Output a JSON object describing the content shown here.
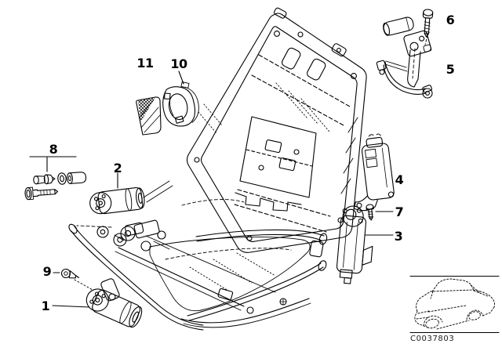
{
  "labels": {
    "part1": "1",
    "part2": "2",
    "part3": "3",
    "part4": "4",
    "part5": "5",
    "part6": "6",
    "part7": "7",
    "part8": "8",
    "part9": "9",
    "part10": "10",
    "part11": "11"
  },
  "footer": {
    "diagram_code": "C0037803"
  },
  "colors": {
    "line": "#000000",
    "background": "#ffffff"
  }
}
